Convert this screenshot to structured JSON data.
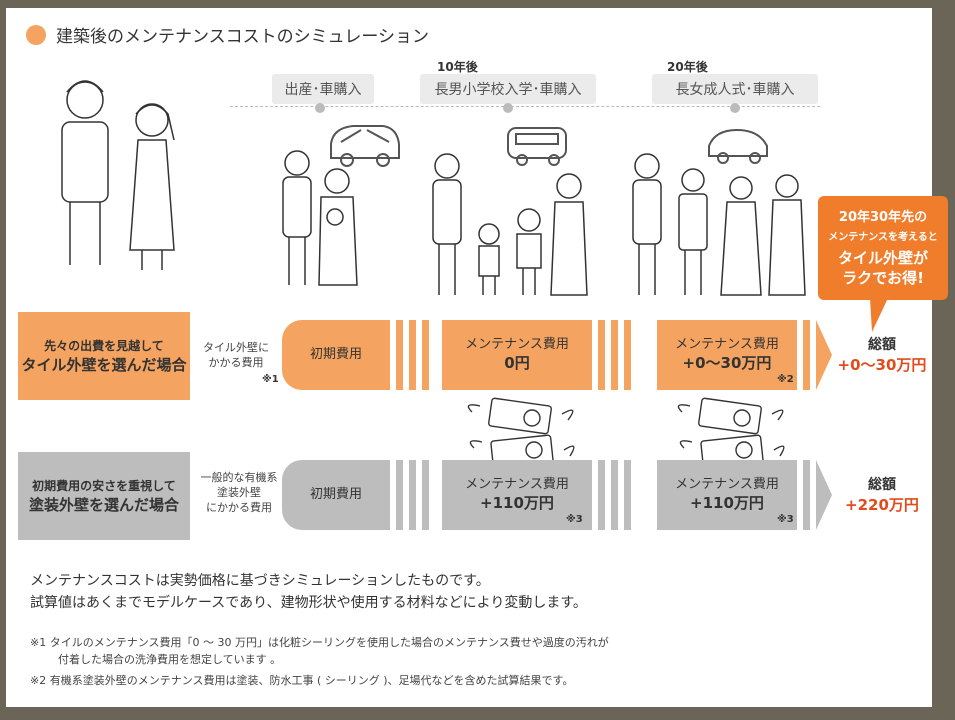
{
  "heading": "建築後のメンテナンスコストのシミュレーション",
  "milestones": [
    {
      "year": "",
      "label": "出産･車購入"
    },
    {
      "year": "10年後",
      "label": "長男小学校入学･車購入"
    },
    {
      "year": "20年後",
      "label": "長女成人式･車購入"
    }
  ],
  "callout": {
    "line1": "20年30年先の",
    "line2": "メンテナンスを考えると",
    "line3": "タイル外壁が",
    "line4": "ラクでお得!"
  },
  "tile_row": {
    "label_small": "先々の出費を見越して",
    "label_big": "タイル外壁を選んだ場合",
    "sub_line1": "タイル外壁に",
    "sub_line2": "かかる費用",
    "sub_note": "※1",
    "initial": "初期費用",
    "seg1_label": "メンテナンス費用",
    "seg1_value": "0円",
    "seg2_label": "メンテナンス費用",
    "seg2_value": "+0〜30万円",
    "seg2_note": "※2",
    "total_label": "総額",
    "total_value": "+0〜30万円"
  },
  "paint_row": {
    "label_small": "初期費用の安さを重視して",
    "label_big": "塗装外壁を選んだ場合",
    "sub_line1": "一般的な有機系",
    "sub_line2": "塗装外壁",
    "sub_line3": "にかかる費用",
    "initial": "初期費用",
    "seg1_label": "メンテナンス費用",
    "seg1_value": "+110万円",
    "seg1_note": "※3",
    "seg2_label": "メンテナンス費用",
    "seg2_value": "+110万円",
    "seg2_note": "※3",
    "total_label": "総額",
    "total_value": "+220万円"
  },
  "body_text": {
    "line1": "メンテナンスコストは実勢価格に基づきシミュレーションしたものです。",
    "line2": "試算値はあくまでモデルケースであり、建物形状や使用する材料などにより変動します。"
  },
  "footnotes": {
    "n1a": "※1  タイルのメンテナンス費用「0 〜 30 万円」は化粧シーリングを使用した場合のメンテナンス費せや過度の汚れが",
    "n1b": "付着した場合の洗浄費用を想定しています 。",
    "n2": "※2  有機系塗装外壁のメンテナンス費用は塗装、防水工事 ( シーリング )、足場代などを含めた試算結果です。"
  },
  "colors": {
    "orange": "#f4a460",
    "orange_dark": "#f07d2b",
    "gray": "#bdbdbd",
    "red_text": "#e34b1c"
  }
}
